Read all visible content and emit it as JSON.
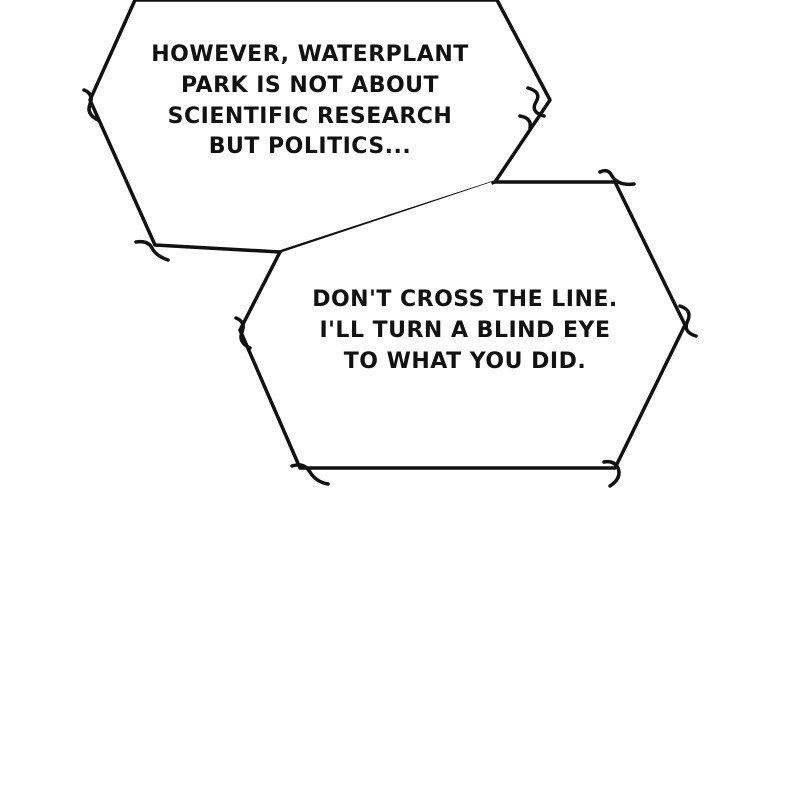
{
  "bubbles": [
    {
      "lines": [
        "HOWEVER, WATERPLANT",
        "PARK IS NOT ABOUT",
        "SCIENTIFIC RESEARCH",
        "BUT POLITICS..."
      ]
    },
    {
      "lines": [
        "DON'T CROSS THE LINE.",
        "I'LL TURN A BLIND EYE",
        "TO WHAT YOU DID."
      ]
    }
  ],
  "colors": {
    "background": "#ffffff",
    "stroke": "#111111",
    "text": "#111111"
  }
}
